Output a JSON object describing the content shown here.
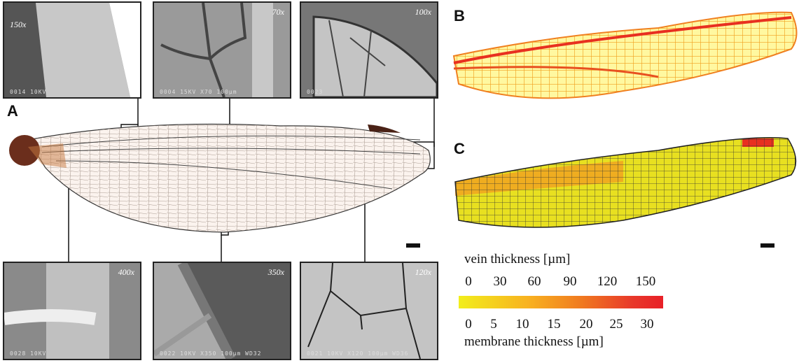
{
  "panels": {
    "a": "A",
    "b": "B",
    "c": "C"
  },
  "micrographs": {
    "top": [
      {
        "magnification": "150x",
        "caption": "0014  10KV"
      },
      {
        "magnification": "70x",
        "caption": "0004  15KV   X70 100µm"
      },
      {
        "magnification": "100x",
        "caption": "0023"
      }
    ],
    "bottom": [
      {
        "magnification": "400x",
        "caption": "0028  10KV"
      },
      {
        "magnification": "350x",
        "caption": "0022  10KV  X350 100µm WD32"
      },
      {
        "magnification": "120x",
        "caption": "0021  10KV  X120 100µm WD36"
      }
    ]
  },
  "legend": {
    "vein_title": "vein thickness [µm]",
    "vein_ticks": [
      "0",
      "30",
      "60",
      "90",
      "120",
      "150"
    ],
    "membrane_ticks": [
      "0",
      "5",
      "10",
      "15",
      "20",
      "25",
      "30"
    ],
    "membrane_title": "membrane thickness [µm]",
    "colors": {
      "low": "#f2ee1c",
      "mid": "#f07a20",
      "high": "#e82028"
    }
  }
}
